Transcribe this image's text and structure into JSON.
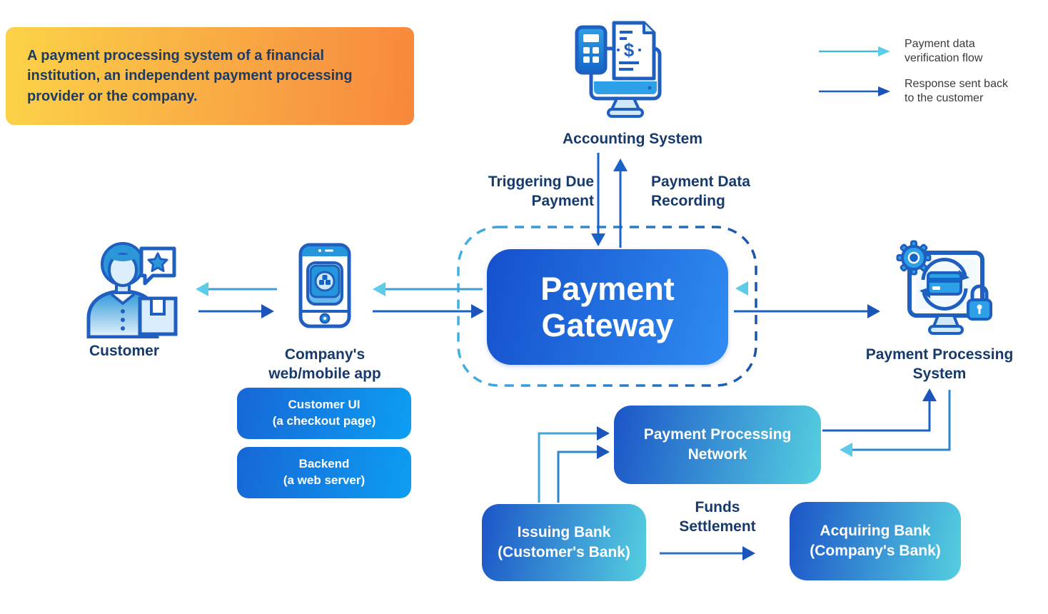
{
  "note": {
    "text": "A payment processing system of a financial\ninstitution, an independent payment processing\nprovider or the company."
  },
  "legend": {
    "verification": {
      "label": "Payment data\nverification flow",
      "color": "#5ecbe8"
    },
    "response": {
      "label": "Response sent back\nto the customer",
      "color": "#1b62c8"
    }
  },
  "nodes": {
    "accounting_system": {
      "label": "Accounting System"
    },
    "customer": {
      "label": "Customer"
    },
    "company_app": {
      "label": "Company's\nweb/mobile app"
    },
    "customer_ui": {
      "label": "Customer UI\n(a checkout page)"
    },
    "backend": {
      "label": "Backend\n(a web server)"
    },
    "payment_gateway": {
      "label": "Payment\nGateway"
    },
    "payment_processing_system": {
      "label": "Payment Processing\nSystem"
    },
    "payment_processing_network": {
      "label": "Payment Processing\nNetwork"
    },
    "issuing_bank": {
      "label": "Issuing Bank\n(Customer's Bank)"
    },
    "acquiring_bank": {
      "label": "Acquiring Bank\n(Company's Bank)"
    }
  },
  "edge_labels": {
    "triggering_due_payment": "Triggering Due\nPayment",
    "payment_data_recording": "Payment Data\nRecording",
    "funds_settlement": "Funds\nSettlement"
  },
  "colors": {
    "verification_flow_head": "#5ecbe8",
    "verification_flow_line": "#3f9ed6",
    "response_flow": "#1b62c8",
    "note_gradient_start": "#fcd348",
    "note_gradient_end": "#f8883c",
    "gateway_gradient_start": "#1550cc",
    "gateway_gradient_end": "#2f8cf2",
    "app_box_gradient_start": "#1767d6",
    "app_box_gradient_end": "#0d9ef2",
    "teal_box_gradient_start": "#1c55c8",
    "teal_box_gradient_end": "#55cfe0",
    "navy_text": "#173a6d",
    "icon_stroke": "#1e5fc0"
  }
}
